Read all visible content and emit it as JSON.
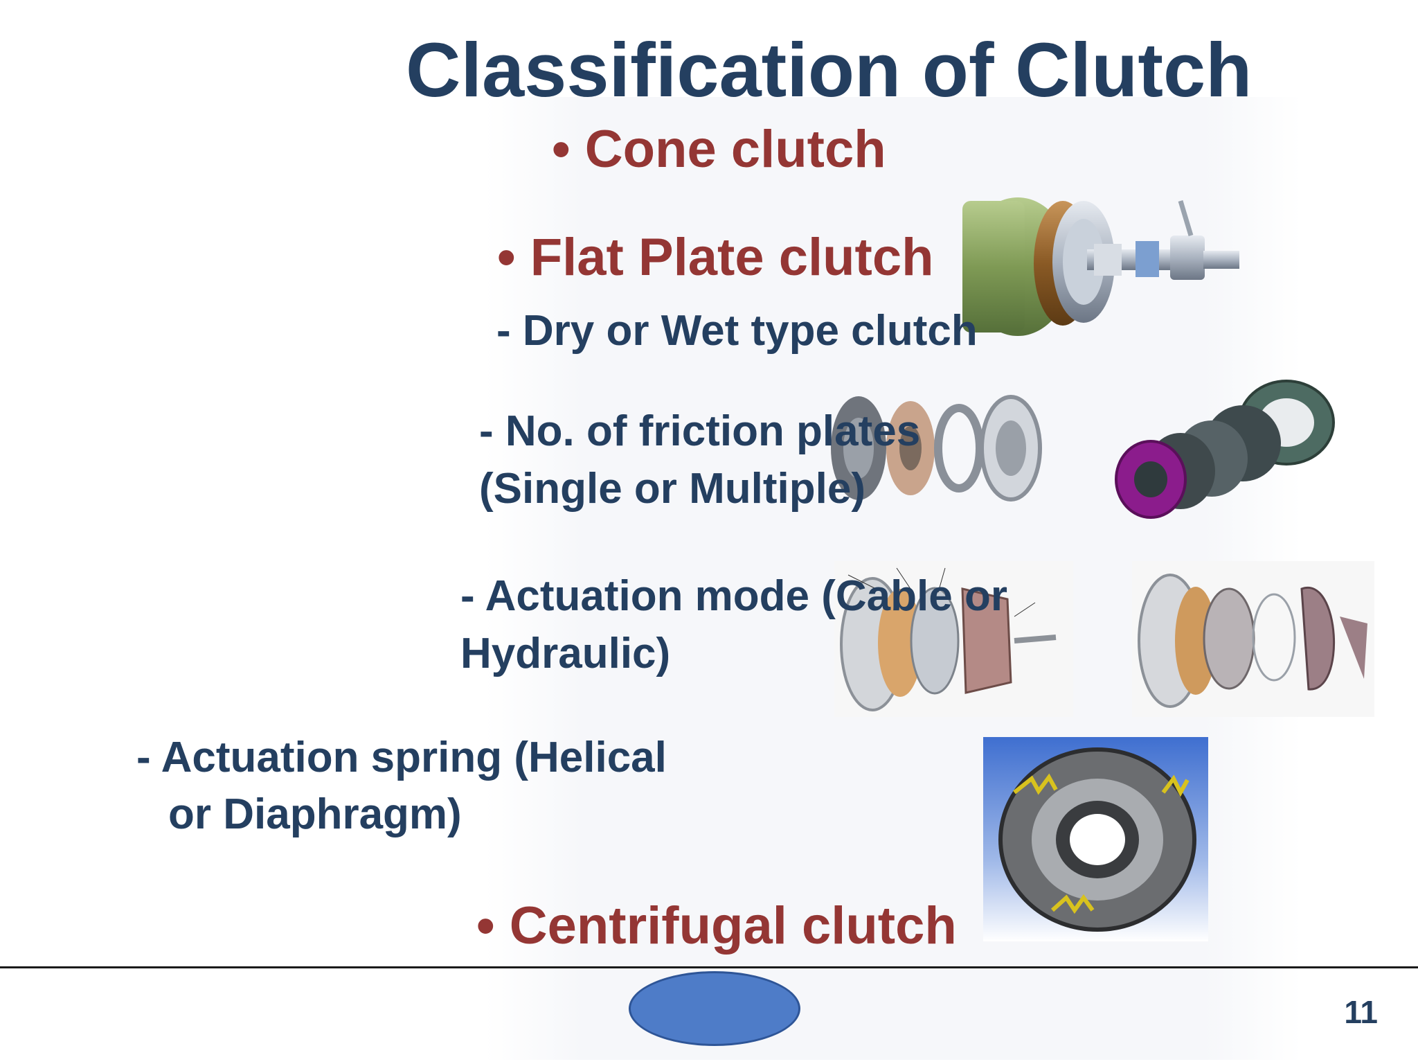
{
  "slide": {
    "title": "Classification of Clutch",
    "bullets": {
      "cone": "• Cone clutch",
      "flat_plate": "• Flat Plate clutch",
      "centrifugal": "• Centrifugal clutch"
    },
    "sub_items": {
      "dry_wet": "- Dry or Wet type clutch",
      "friction_plates_l1": "- No.   of   friction   plates",
      "friction_plates_l2": "(Single or Multiple)",
      "actuation_mode_l1": "- Actuation mode (Cable or",
      "actuation_mode_l2": "Hydraulic)",
      "actuation_spring_l1": "- Actuation  spring    (Helical",
      "actuation_spring_l2": "or Diaphragm)"
    },
    "page_number": "11"
  },
  "colors": {
    "title": "#243f60",
    "bullet": "#943634",
    "sub_item": "#243f60",
    "oval_fill": "#4e7cc8"
  },
  "images": [
    "cone-clutch-illustration",
    "flat-plate-clutch-exploded",
    "multi-plate-clutch-exploded",
    "clutch-assembly-diagram-left",
    "clutch-assembly-diagram-right",
    "centrifugal-clutch-photo"
  ]
}
